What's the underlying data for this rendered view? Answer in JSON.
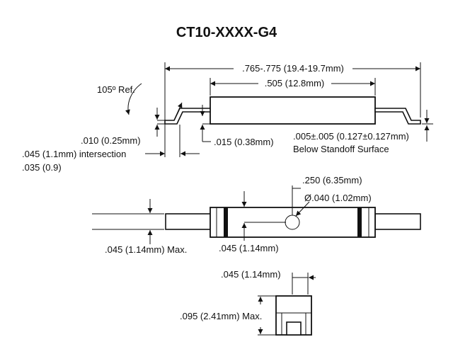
{
  "title": "CT10-XXXX-G4",
  "side_view": {
    "angle_label": "105º Ref.",
    "overall_length": ".765-.775 (19.4-19.7mm)",
    "body_length": ".505 (12.8mm)",
    "lead_thickness": ".010 (0.25mm)",
    "standoff": ".015 (0.38mm)",
    "intersection_line1": ".045 (1.1mm) intersection",
    "intersection_line2": ".035 (0.9)",
    "below_standoff_line1": ".005±.005 (0.127±0.127mm)",
    "below_standoff_line2": "Below Standoff Surface"
  },
  "top_view": {
    "hole_position": ".250 (6.35mm)",
    "hole_diameter": "Ø.040 (1.02mm)",
    "lead_width": ".045 (1.14mm) Max.",
    "band_offset": ".045 (1.14mm)"
  },
  "end_view": {
    "width": ".045 (1.14mm)",
    "height": ".095 (2.41mm) Max."
  }
}
